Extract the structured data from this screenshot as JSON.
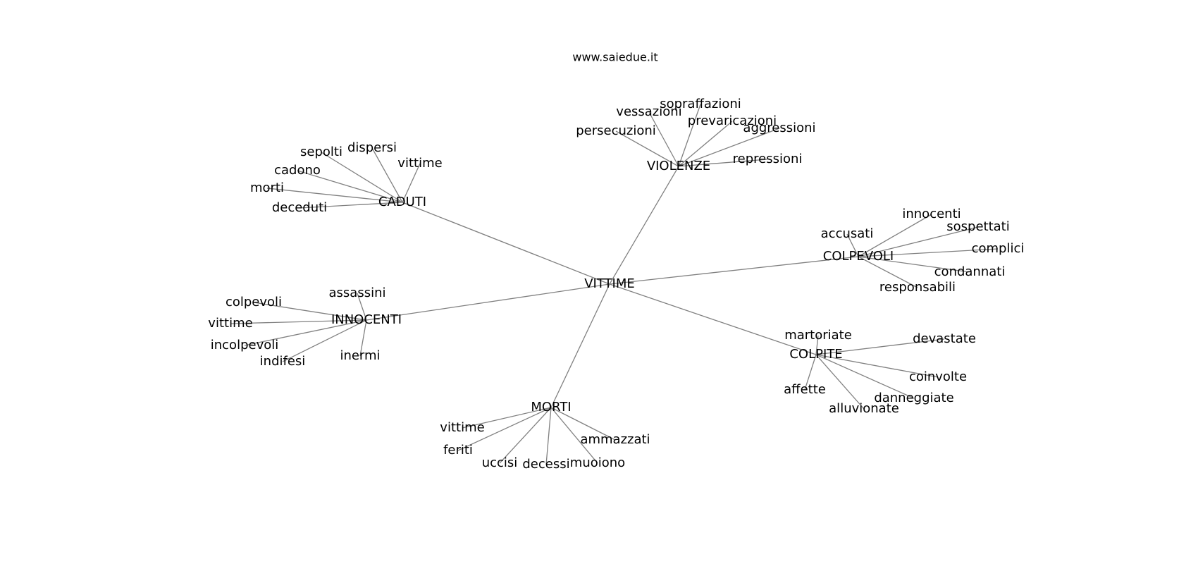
{
  "site": "www.saiedue.it",
  "colors": {
    "edge": "#808080",
    "text": "#000000",
    "background": "#ffffff"
  },
  "graph": {
    "center": "VITTIME",
    "clusters": [
      {
        "hub": "VIOLENZE",
        "leaves": [
          "sopraffazioni",
          "vessazioni",
          "prevaricazioni",
          "persecuzioni",
          "aggressioni",
          "repressioni"
        ]
      },
      {
        "hub": "CADUTI",
        "leaves": [
          "dispersi",
          "sepolti",
          "vittime",
          "cadono",
          "morti",
          "deceduti"
        ]
      },
      {
        "hub": "COLPEVOLI",
        "leaves": [
          "innocenti",
          "sospettati",
          "accusati",
          "complici",
          "condannati",
          "responsabili"
        ]
      },
      {
        "hub": "INNOCENTI",
        "leaves": [
          "assassini",
          "colpevoli",
          "vittime",
          "incolpevoli",
          "indifesi",
          "inermi"
        ]
      },
      {
        "hub": "COLPITE",
        "leaves": [
          "martoriate",
          "devastate",
          "coinvolte",
          "affette",
          "danneggiate",
          "alluvionate"
        ]
      },
      {
        "hub": "MORTI",
        "leaves": [
          "vittime",
          "ammazzati",
          "feriti",
          "uccisi",
          "decessi",
          "muoiono"
        ]
      }
    ]
  }
}
